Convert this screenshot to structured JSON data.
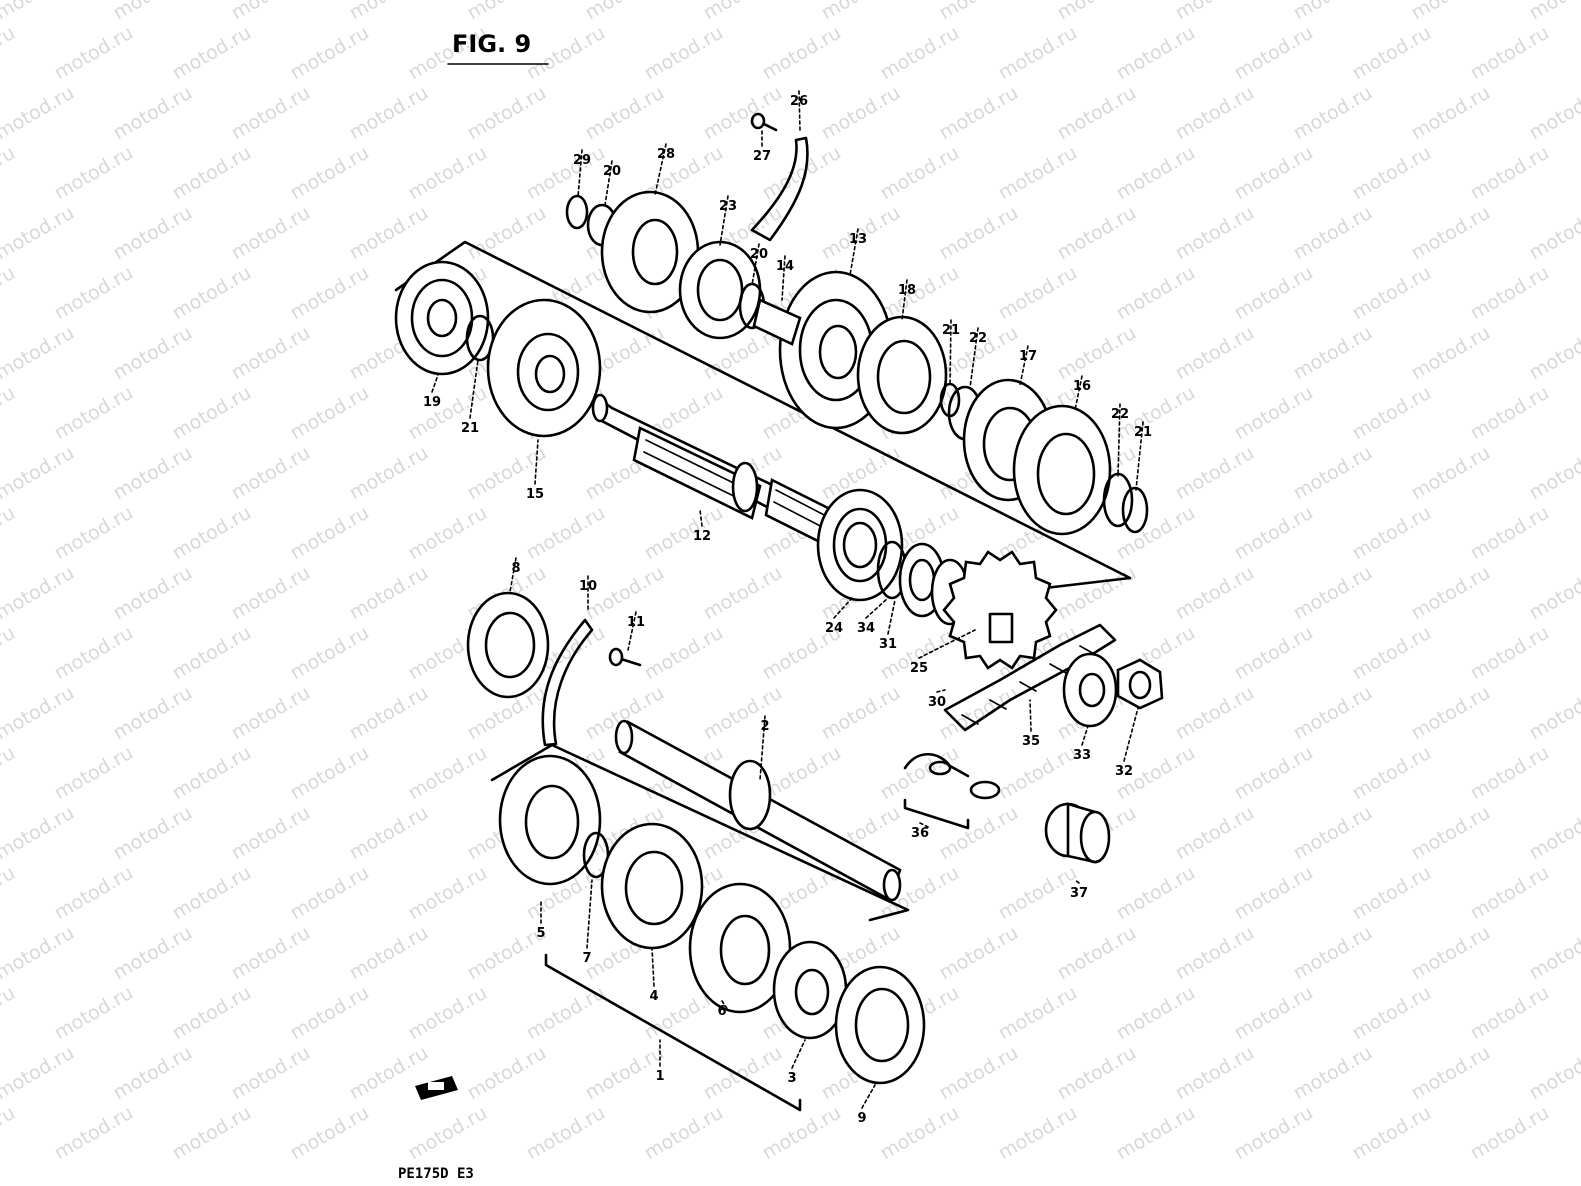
{
  "figure_title": "FIG. 9",
  "model_code": "PE175D  E3",
  "watermark": "motod.ru",
  "part_numbers": [
    "1",
    "2",
    "3",
    "4",
    "5",
    "6",
    "7",
    "8",
    "9",
    "10",
    "11",
    "12",
    "13",
    "14",
    "15",
    "16",
    "17",
    "18",
    "19",
    "20",
    "20",
    "21",
    "21",
    "21",
    "22",
    "22",
    "23",
    "24",
    "25",
    "26",
    "27",
    "28",
    "29",
    "30",
    "31",
    "32",
    "33",
    "34",
    "35",
    "36",
    "37"
  ]
}
